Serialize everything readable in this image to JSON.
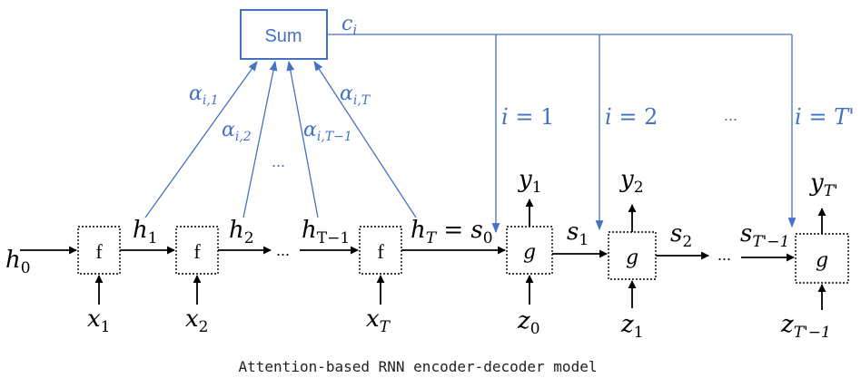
{
  "colors": {
    "attention": "#4472C4",
    "flow": "#000000"
  },
  "sum_box": {
    "label": "Sum",
    "output": "c",
    "output_sub": "i"
  },
  "alphas": [
    {
      "base": "α",
      "sub": "i,1"
    },
    {
      "base": "α",
      "sub": "i,2"
    },
    {
      "base": "α",
      "sub": "i,T−1"
    },
    {
      "base": "α",
      "sub": "i,T"
    }
  ],
  "alpha_ellipsis": "...",
  "index_labels": [
    {
      "lhs": "i",
      "eq": "=",
      "rhs": "1"
    },
    {
      "lhs": "i",
      "eq": "=",
      "rhs": "2"
    },
    {
      "lhs": "i",
      "eq": "=",
      "rhs": "T'"
    }
  ],
  "index_ellipsis": "...",
  "encoder": {
    "cell_label": "f",
    "h0": {
      "base": "h",
      "sub": "0"
    },
    "hidden": [
      {
        "base": "h",
        "sub": "1"
      },
      {
        "base": "h",
        "sub": "2"
      },
      {
        "base": "h",
        "sub": "T−1"
      }
    ],
    "hT": {
      "base": "h",
      "sub": "T",
      "eq": "=",
      "rhs_base": "s",
      "rhs_sub": "0"
    },
    "inputs": [
      {
        "base": "x",
        "sub": "1"
      },
      {
        "base": "x",
        "sub": "2"
      },
      {
        "base": "x",
        "sub": "T"
      }
    ],
    "ellipsis": "..."
  },
  "decoder": {
    "cell_label": "g",
    "outputs": [
      {
        "base": "y",
        "sub": "1"
      },
      {
        "base": "y",
        "sub": "2"
      },
      {
        "base": "y",
        "sub": "T'"
      }
    ],
    "states": [
      {
        "base": "s",
        "sub": "1"
      },
      {
        "base": "s",
        "sub": "2"
      },
      {
        "base": "s",
        "sub": "T'−1"
      }
    ],
    "inputs": [
      {
        "base": "z",
        "sub": "0"
      },
      {
        "base": "z",
        "sub": "1"
      },
      {
        "base": "z",
        "sub": "T'−1"
      }
    ],
    "ellipsis": "..."
  },
  "caption": "Attention-based RNN encoder-decoder model"
}
